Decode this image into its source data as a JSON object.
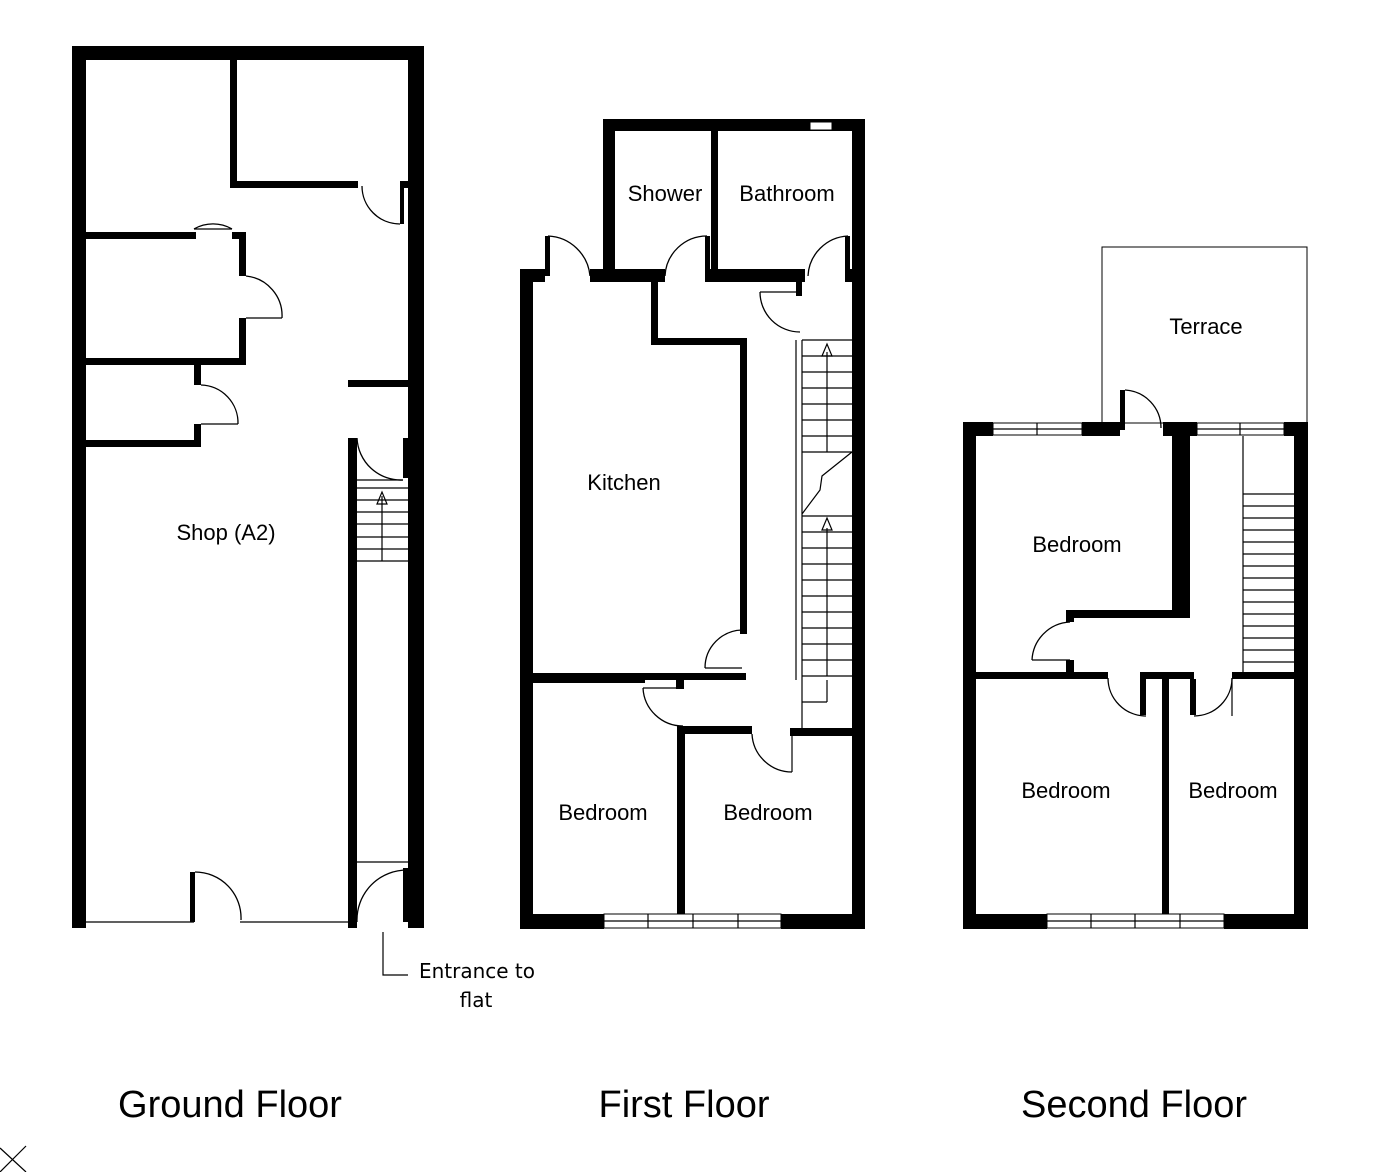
{
  "ground_floor": {
    "title": "Ground Floor",
    "shop_label": "Shop (A2)",
    "entrance_note_line1": "Entrance to",
    "entrance_note_line2": "flat"
  },
  "first_floor": {
    "title": "First Floor",
    "shower_label": "Shower",
    "bathroom_label": "Bathroom",
    "kitchen_label": "Kitchen",
    "bedroom_left_label": "Bedroom",
    "bedroom_right_label": "Bedroom"
  },
  "second_floor": {
    "title": "Second Floor",
    "terrace_label": "Terrace",
    "bedroom_top_label": "Bedroom",
    "bedroom_bottom_left_label": "Bedroom",
    "bedroom_bottom_right_label": "Bedroom"
  }
}
